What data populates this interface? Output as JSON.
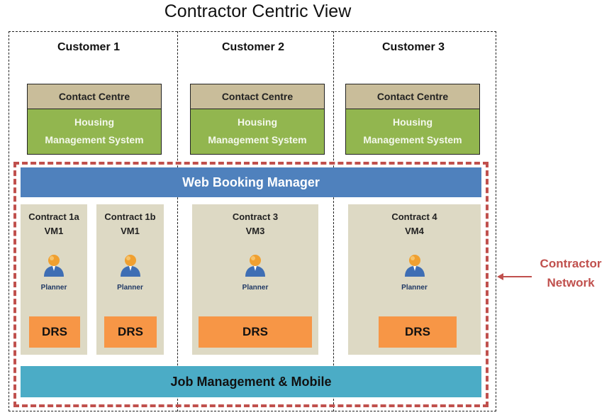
{
  "title": "Contractor Centric View",
  "customers": [
    {
      "name": "Customer 1",
      "contact_centre": "Contact Centre",
      "hms_line1": "Housing",
      "hms_line2": "Management System"
    },
    {
      "name": "Customer 2",
      "contact_centre": "Contact Centre",
      "hms_line1": "Housing",
      "hms_line2": "Management System"
    },
    {
      "name": "Customer 3",
      "contact_centre": "Contact Centre",
      "hms_line1": "Housing",
      "hms_line2": "Management System"
    }
  ],
  "web_booking_manager": "Web Booking Manager",
  "contracts": [
    {
      "name": "Contract 1a",
      "vm": "VM1",
      "role": "Planner",
      "system": "DRS"
    },
    {
      "name": "Contract 1b",
      "vm": "VM1",
      "role": "Planner",
      "system": "DRS"
    },
    {
      "name": "Contract 3",
      "vm": "VM3",
      "role": "Planner",
      "system": "DRS"
    },
    {
      "name": "Contract 4",
      "vm": "VM4",
      "role": "Planner",
      "system": "DRS"
    }
  ],
  "job_management": "Job Management & Mobile",
  "contractor_network": {
    "line1": "Contractor",
    "line2": "Network"
  },
  "colors": {
    "contact_centre": "#c9bd9a",
    "hms": "#92b64f",
    "web_booking": "#4f81bd",
    "job_management": "#4bacc6",
    "contract_panel": "#ddd9c4",
    "drs": "#f79646",
    "network_border": "#c0504d"
  }
}
